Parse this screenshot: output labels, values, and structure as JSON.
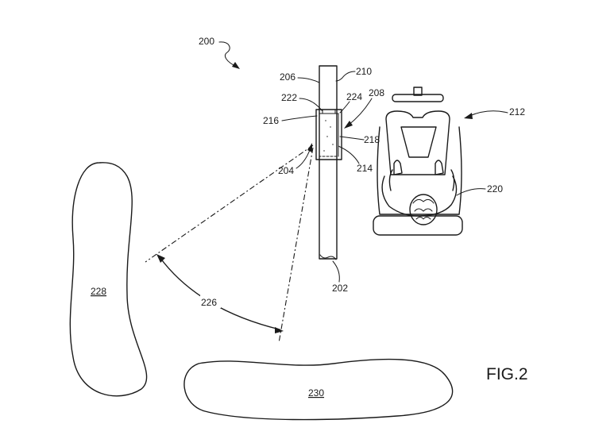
{
  "figure": {
    "title": "FIG.2",
    "labels": {
      "l200": "200",
      "l202": "202",
      "l204": "204",
      "l206": "206",
      "l208": "208",
      "l210": "210",
      "l212": "212",
      "l214": "214",
      "l216": "216",
      "l218": "218",
      "l220": "220",
      "l222": "222",
      "l224": "224",
      "l226": "226",
      "l228": "228",
      "l230": "230"
    }
  }
}
